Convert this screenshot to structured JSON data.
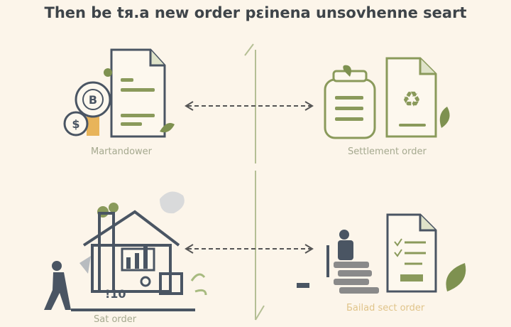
{
  "title": "Then be tя.a new order pεinena unsovhenne seart",
  "panels": {
    "top_left_label": "Martandower",
    "top_right_label": "Settlement order",
    "bottom_left_label": "Sat order",
    "bottom_right_label": "Ƃailad sect order"
  },
  "illustration": {
    "coin_symbol": "$",
    "coin_letter": "B",
    "house_number": "!10"
  },
  "colors": {
    "background": "#fcf5ea",
    "ink": "#4a5563",
    "green": "#8a9a5b",
    "label": "#a5a98f",
    "accent_label": "#e0c48a"
  }
}
